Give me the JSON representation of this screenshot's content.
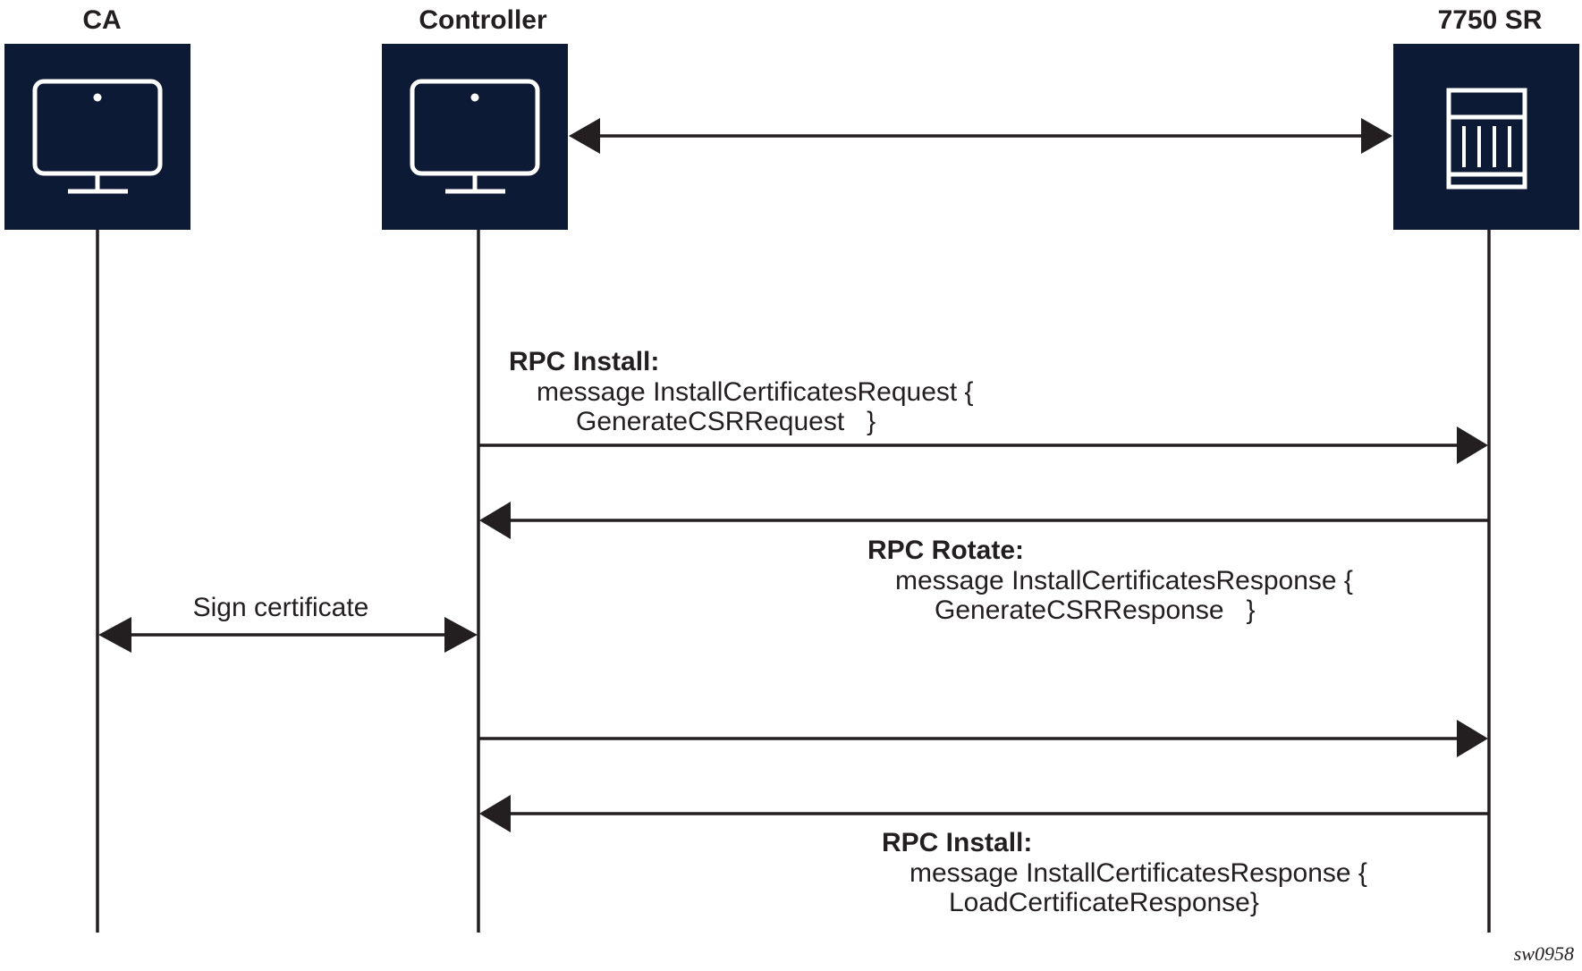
{
  "actors": {
    "ca": {
      "label": "CA",
      "icon": "monitor-icon"
    },
    "controller": {
      "label": "Controller",
      "icon": "monitor-icon"
    },
    "router": {
      "label": "7750 SR",
      "icon": "router-chassis-icon"
    }
  },
  "colors": {
    "actor_box": "#0c1a36",
    "line": "#231f20",
    "icon": "#ffffff"
  },
  "messages": {
    "install_request": {
      "title": "RPC Install:",
      "line1": "message InstallCertificatesRequest {",
      "line2": "GenerateCSRRequest   }"
    },
    "rotate_response": {
      "title": "RPC Rotate:",
      "line1": "message InstallCertificatesResponse {",
      "line2": "GenerateCSRResponse   }"
    },
    "sign_certificate": {
      "label": "Sign certificate"
    },
    "install_response": {
      "title": "RPC Install:",
      "line1": "message InstallCertificatesResponse {",
      "line2": "LoadCertificateResponse}"
    }
  },
  "figure_id": "sw0958"
}
